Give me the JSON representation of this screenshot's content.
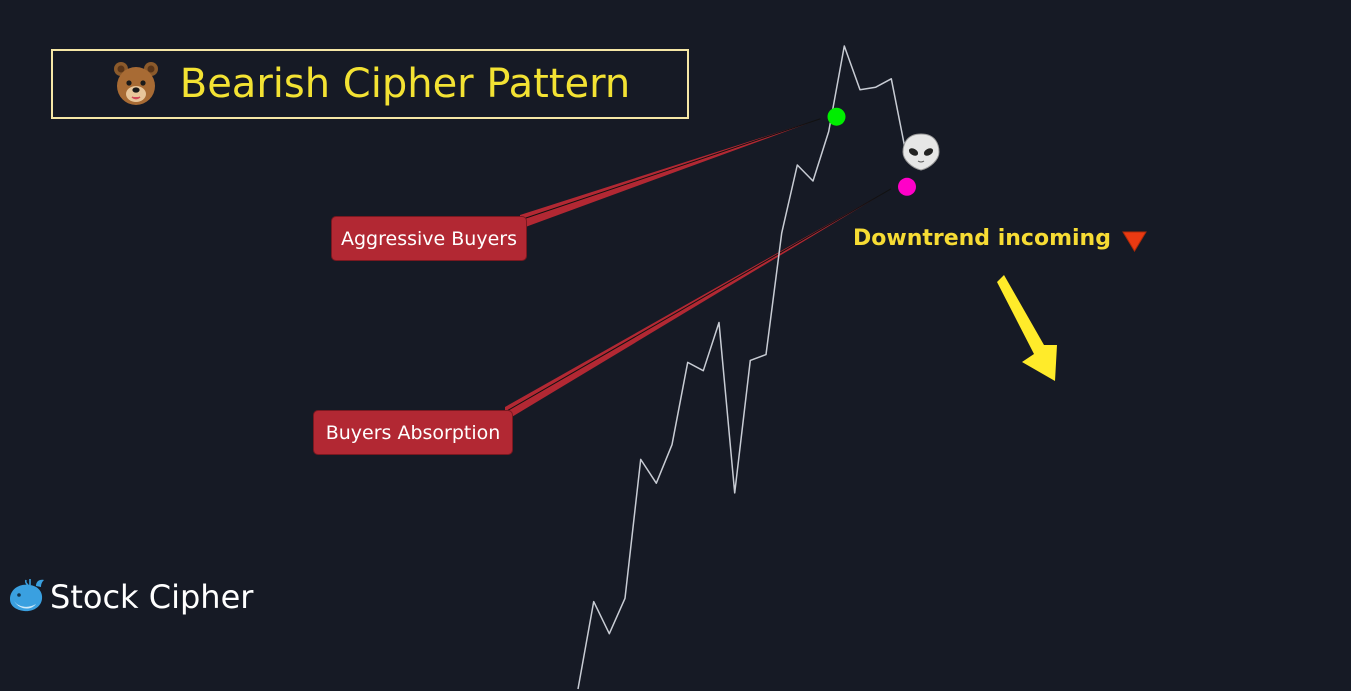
{
  "title": {
    "text": "Bearish Cipher Pattern",
    "icon": "bear-face-icon"
  },
  "annotations": {
    "aggressive_buyers": "Aggressive Buyers",
    "buyers_absorption": "Buyers Absorption",
    "downtrend": "Downtrend incoming",
    "downtrend_marker": "red-down-triangle-icon",
    "alien": "alien-icon",
    "arrow": "yellow-down-arrow-icon"
  },
  "brand": {
    "text": "Stock Cipher",
    "icon": "whale-icon"
  },
  "colors": {
    "background": "#161a25",
    "price_line": "#c8ccd4",
    "title_text": "#f3e233",
    "title_border": "#f5e7a6",
    "callout": "#b22833",
    "green_signal": "#00ee00",
    "magenta_signal": "#ff00c8",
    "downtrend_text": "#f7dc34",
    "arrow": "#ffeb2a"
  },
  "chart_data": {
    "type": "line",
    "title": "Bearish Cipher Pattern",
    "xlabel": "",
    "ylabel": "",
    "axes_visible": false,
    "grid": false,
    "xlim": [
      0,
      22
    ],
    "ylim": [
      0,
      100
    ],
    "series": [
      {
        "values": [
          [
            0,
            0
          ],
          [
            1,
            13.6
          ],
          [
            2,
            8.6
          ],
          [
            3,
            14.1
          ],
          [
            4,
            35.7
          ],
          [
            5,
            32.0
          ],
          [
            6,
            38.0
          ],
          [
            7,
            50.8
          ],
          [
            8,
            49.5
          ],
          [
            9,
            57.0
          ],
          [
            10,
            30.5
          ],
          [
            11,
            51.1
          ],
          [
            12,
            52.0
          ],
          [
            13,
            70.9
          ],
          [
            14,
            81.5
          ],
          [
            15,
            79.0
          ],
          [
            16,
            86.7
          ],
          [
            17,
            100.0
          ],
          [
            18,
            93.2
          ],
          [
            19,
            93.6
          ],
          [
            20,
            94.9
          ],
          [
            21,
            82.5
          ]
        ]
      }
    ],
    "markers": [
      {
        "x": 16.5,
        "y": 89.0,
        "color": "#00ee00",
        "label": "Aggressive Buyers"
      },
      {
        "x": 21.0,
        "y": 78.1,
        "color": "#ff00c8",
        "label": "Buyers Absorption"
      }
    ]
  }
}
